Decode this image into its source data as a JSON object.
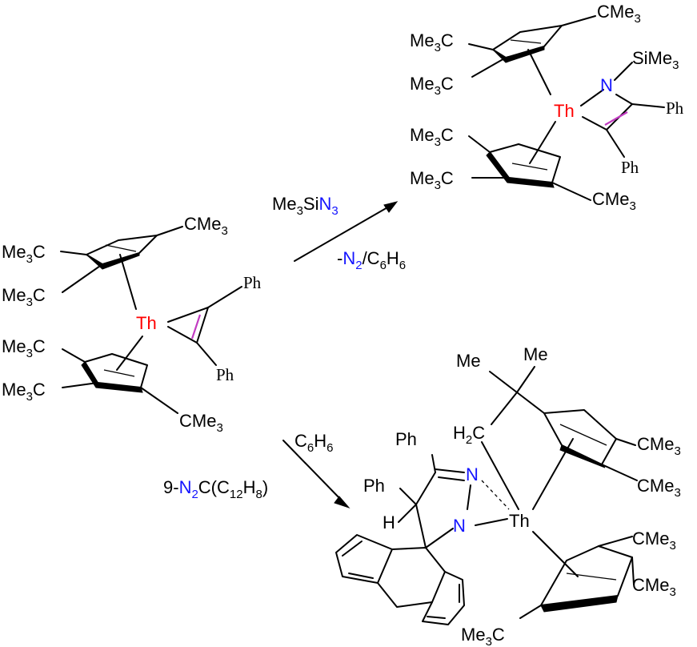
{
  "colors": {
    "thorium": "#ff0000",
    "nitrogen": "#1414ff",
    "alkyne_bond": "#c23cc2"
  },
  "reactant": {
    "cme3_top": "CMe",
    "me3c_1": "Me",
    "me3c_2": "Me",
    "me3c_3": "Me",
    "me3c_4": "Me",
    "cme3_bottom": "CMe",
    "sub3": "3",
    "c": "C",
    "th": "Th",
    "ph_1": "Ph",
    "ph_2": "Ph"
  },
  "reaction_top": {
    "reagent_prefix": "Me",
    "reagent_sub": "3",
    "reagent_si": "Si",
    "reagent_n": "N",
    "reagent_n_sub": "3",
    "cond_dash": "-",
    "cond_n": "N",
    "cond_n_sub": "2",
    "cond_slash_c": "/C",
    "cond_c_sub": "6",
    "cond_h": "H",
    "cond_h_sub": "6"
  },
  "product_top": {
    "cme3_top": "CMe",
    "me3c_1": "Me",
    "me3c_2": "Me",
    "me3c_3": "Me",
    "me3c_4": "Me",
    "cme3_bottom": "CMe",
    "sub3": "3",
    "c": "C",
    "simе3": "SiMe",
    "n": "N",
    "th": "Th",
    "ph_1": "Ph",
    "ph_2": "Ph"
  },
  "reaction_bottom": {
    "solvent_c": "C",
    "solvent_c_sub": "6",
    "solvent_h": "H",
    "solvent_h_sub": "6",
    "reagent_9": "9-",
    "reagent_n": "N",
    "reagent_n_sub": "2",
    "reagent_c_open": "C(C",
    "reagent_c_sub": "12",
    "reagent_h": "H",
    "reagent_h_sub": "8",
    "reagent_close": ")"
  },
  "product_bottom": {
    "me_1": "Me",
    "me_2": "Me",
    "h2c_h": "H",
    "h2c_sub": "2",
    "h2c_c": "C",
    "ph_1": "Ph",
    "ph_2": "Ph",
    "h": "H",
    "n_1": "N",
    "n_2": "N",
    "th": "Th",
    "cme3_1": "CMe",
    "cme3_2": "CMe",
    "cme3_3": "CMe",
    "cme3_4": "CMe",
    "me3c": "Me",
    "sub3": "3",
    "c": "C"
  }
}
